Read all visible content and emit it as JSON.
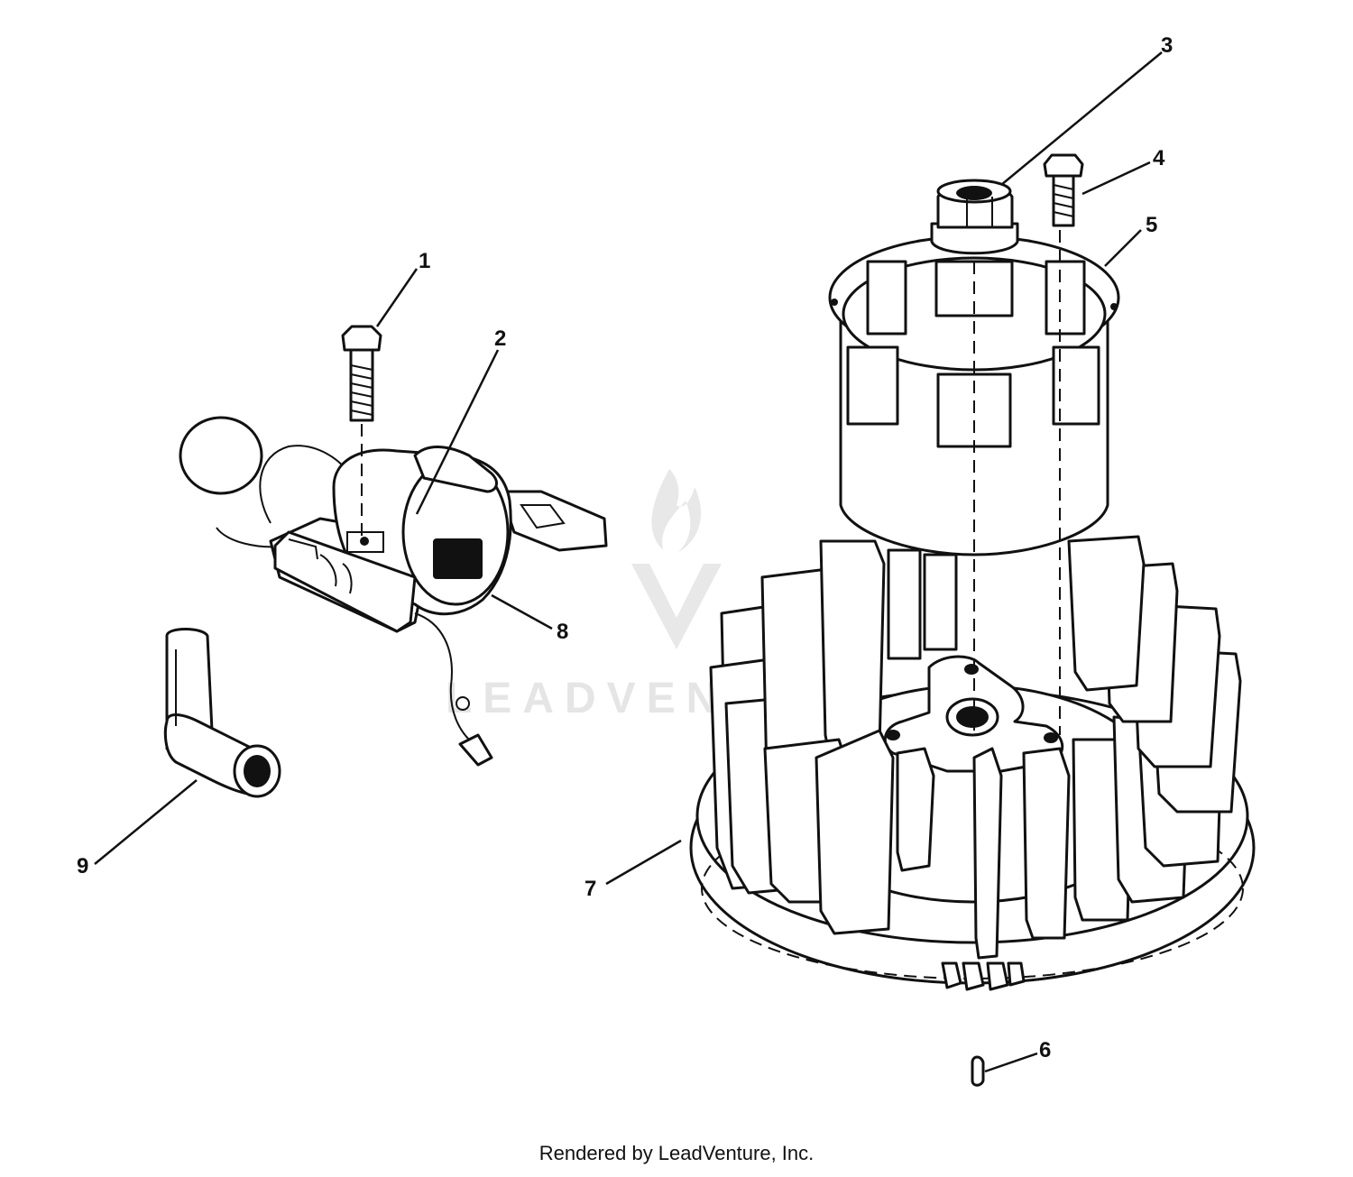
{
  "diagram": {
    "callouts": [
      {
        "id": "1",
        "label": "1"
      },
      {
        "id": "2",
        "label": "2"
      },
      {
        "id": "3",
        "label": "3"
      },
      {
        "id": "4",
        "label": "4"
      },
      {
        "id": "5",
        "label": "5"
      },
      {
        "id": "6",
        "label": "6"
      },
      {
        "id": "7",
        "label": "7"
      },
      {
        "id": "8",
        "label": "8"
      },
      {
        "id": "9",
        "label": "9"
      }
    ]
  },
  "watermark": {
    "text": "LEADVENTURE"
  },
  "footer": {
    "credit": "Rendered by LeadVenture, Inc."
  },
  "colors": {
    "line": "#111111",
    "background": "#ffffff",
    "watermark": "#e3e3e3"
  }
}
